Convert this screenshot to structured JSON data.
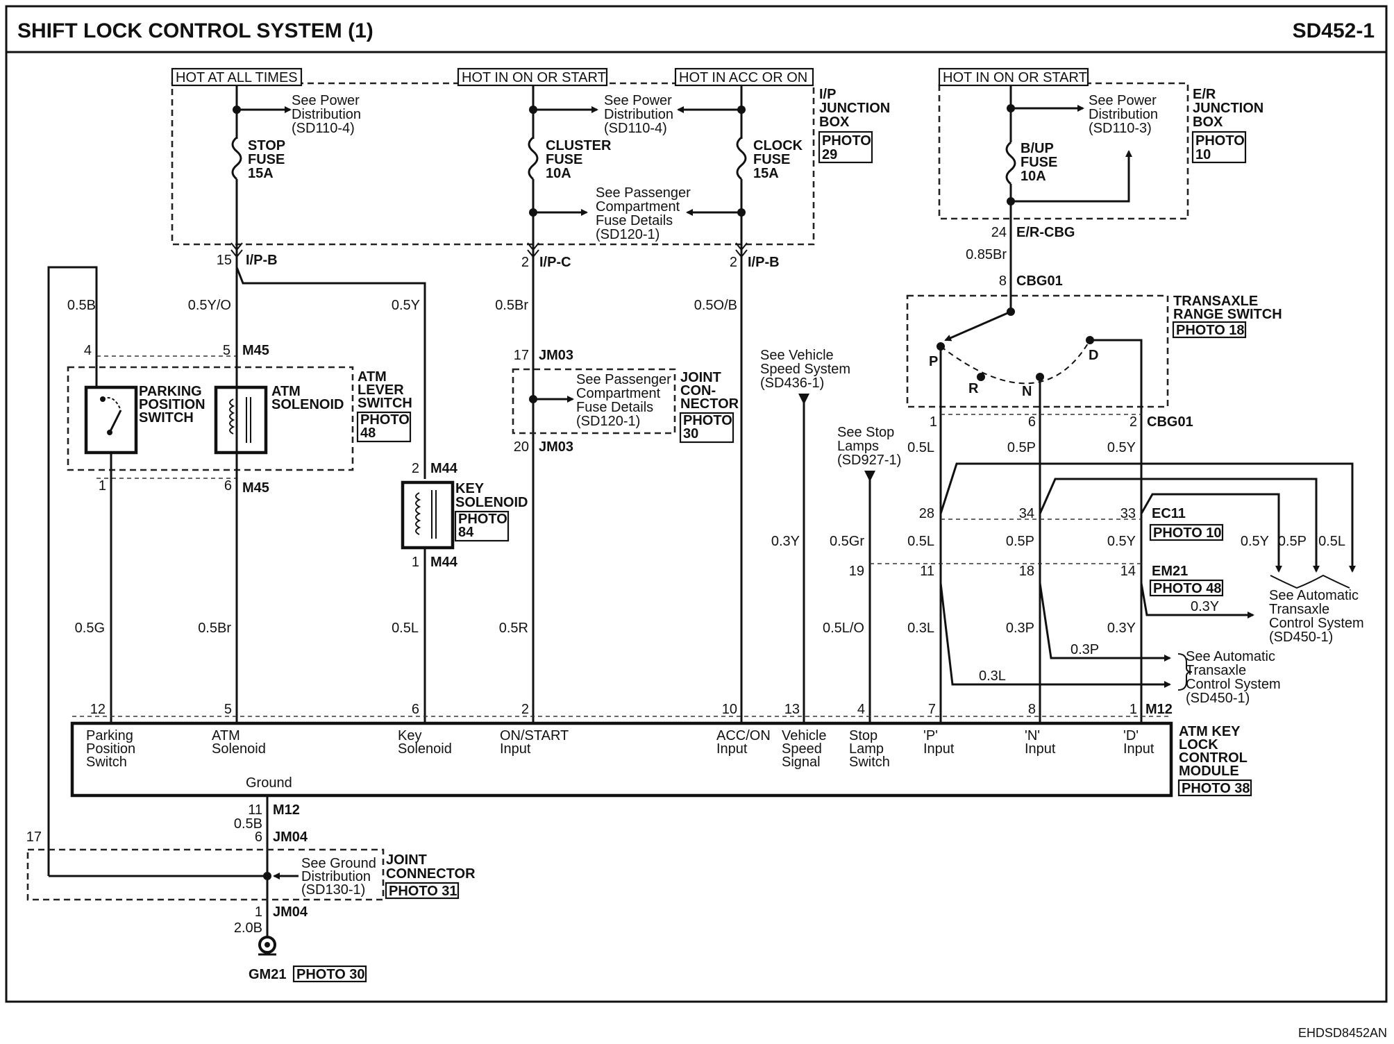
{
  "header": {
    "title": "SHIFT LOCK CONTROL SYSTEM (1)",
    "code": "SD452-1",
    "drawing_id": "EHDSD8452AN"
  },
  "ip_box": {
    "hot_all_times": "HOT AT ALL TIMES",
    "hot_on_start": "HOT IN ON OR START",
    "hot_acc_on": "HOT IN  ACC OR ON",
    "name_line1": "I/P",
    "name_line2": "JUNCTION",
    "name_line3": "BOX",
    "photo_line1": "PHOTO",
    "photo_line2": "29",
    "see_power_dist": "See Power",
    "distribution": "Distribution",
    "ref_sd110_4": "(SD110-4)",
    "stop_fuse": {
      "name": "STOP",
      "word": "FUSE",
      "rating": "15A"
    },
    "cluster_fuse": {
      "name": "CLUSTER",
      "word": "FUSE",
      "rating": "10A"
    },
    "clock_fuse": {
      "name": "CLOCK",
      "word": "FUSE",
      "rating": "15A"
    },
    "pass_line1": "See Passenger",
    "pass_line2": "Compartment",
    "pass_line3": "Fuse Details",
    "pass_line4": "(SD120-1)"
  },
  "connectors": {
    "ipb_stop": {
      "pin": "15",
      "name": "I/P-B"
    },
    "ipc": {
      "pin": "2",
      "name": "I/P-C"
    },
    "ipb_clock": {
      "pin": "2",
      "name": "I/P-B"
    }
  },
  "wires": {
    "w_05b": "0.5B",
    "w_05yo": "0.5Y/O",
    "w_05y": "0.5Y",
    "w_05br": "0.5Br",
    "w_05ob": "0.5O/B",
    "w_05g": "0.5G",
    "w_05l": "0.5L",
    "w_05r": "0.5R",
    "w_05p": "0.5P",
    "w_05gr": "0.5Gr",
    "w_05lo": "0.5L/O",
    "w_03y": "0.3Y",
    "w_03l": "0.3L",
    "w_03p": "0.3P",
    "w_085br": "0.85Br",
    "w_20b": "2.0B"
  },
  "lever_switch": {
    "pin_top_pps": "4",
    "pin_top_sol": "5",
    "conn": "M45",
    "pin_bot_pps": "1",
    "pin_bot_sol": "6",
    "pps_line1": "PARKING",
    "pps_line2": "POSITION",
    "pps_line3": "SWITCH",
    "sol_line1": "ATM",
    "sol_line2": "SOLENOID",
    "title1": "ATM",
    "title2": "LEVER",
    "title3": "SWITCH",
    "photo1": "PHOTO",
    "photo2": "48"
  },
  "key_solenoid": {
    "pin_top": "2",
    "pin_bot": "1",
    "conn": "M44",
    "name1": "KEY",
    "name2": "SOLENOID",
    "photo1": "PHOTO",
    "photo2": "84"
  },
  "jm03": {
    "pin_top": "17",
    "pin_bot": "20",
    "name": "JM03",
    "see1": "See Passenger",
    "see2": "Compartment",
    "see3": "Fuse Details",
    "see4": "(SD120-1)",
    "title1": "JOINT",
    "title2": "CON-",
    "title3": "NECTOR",
    "photo1": "PHOTO",
    "photo2": "30"
  },
  "vehicle_speed": {
    "see1": "See Vehicle",
    "see2": "Speed System",
    "see3": "(SD436-1)"
  },
  "stop_lamp": {
    "see1": "See Stop",
    "see2": "Lamps",
    "see3": "(SD927-1)"
  },
  "er_box": {
    "hot_on_start": "HOT IN ON OR START",
    "name_line1": "E/R",
    "name_line2": "JUNCTION",
    "name_line3": "BOX",
    "photo_line1": "PHOTO",
    "photo_line2": "10",
    "see_power_dist": "See Power",
    "distribution": "Distribution",
    "ref": "(SD110-3)",
    "bup_fuse": {
      "name": "B/UP",
      "word": "FUSE",
      "rating": "10A"
    },
    "pin": "24",
    "conn": "E/R-CBG"
  },
  "transaxle": {
    "pin_in": "8",
    "conn": "CBG01",
    "title1": "TRANSAXLE",
    "title2": "RANGE SWITCH",
    "photo": "PHOTO 18",
    "p": "P",
    "r": "R",
    "n": "N",
    "d": "D",
    "pin_p": "1",
    "pin_n": "6",
    "pin_d": "2"
  },
  "ec11": {
    "pin_p": "28",
    "pin_n": "34",
    "pin_d": "33",
    "name": "EC11",
    "photo": "PHOTO 10"
  },
  "em21": {
    "pin_stop": "19",
    "pin_p": "11",
    "pin_n": "18",
    "pin_d": "14",
    "name": "EM21",
    "photo": "PHOTO 48"
  },
  "tcm": {
    "see1": "See Automatic",
    "see2": "Transaxle",
    "see3": "Control System",
    "see4": "(SD450-1)"
  },
  "module": {
    "conn": "M12",
    "pins": {
      "pps": "12",
      "sol": "5",
      "key": "6",
      "on": "2",
      "acc": "10",
      "vss": "13",
      "stop": "4",
      "p": "7",
      "n": "8",
      "d": "1"
    },
    "inputs": {
      "pps1": "Parking",
      "pps2": "Position",
      "pps3": "Switch",
      "sol1": "ATM",
      "sol2": "Solenoid",
      "key1": "Key",
      "key2": "Solenoid",
      "on1": "ON/START",
      "on2": "Input",
      "acc1": "ACC/ON",
      "acc2": "Input",
      "vss1": "Vehicle",
      "vss2": "Speed",
      "vss3": "Signal",
      "stop1": "Stop",
      "stop2": "Lamp",
      "stop3": "Switch",
      "p1": "'P'",
      "p2": "Input",
      "n1": "'N'",
      "n2": "Input",
      "d1": "'D'",
      "d2": "Input",
      "ground": "Ground"
    },
    "title1": "ATM KEY",
    "title2": "LOCK",
    "title3": "CONTROL",
    "title4": "MODULE",
    "photo": "PHOTO 38"
  },
  "ground": {
    "pin_m12": "11",
    "pin_jm04_top": "6",
    "pin_jm04_loop": "17",
    "pin_jm04_bot": "1",
    "jm04": "JM04",
    "see1": "See Ground",
    "see2": "Distribution",
    "see3": "(SD130-1)",
    "title1": "JOINT",
    "title2": "CONNECTOR",
    "photo": "PHOTO 31",
    "gm21": "GM21",
    "gm21_photo": "PHOTO 30"
  }
}
